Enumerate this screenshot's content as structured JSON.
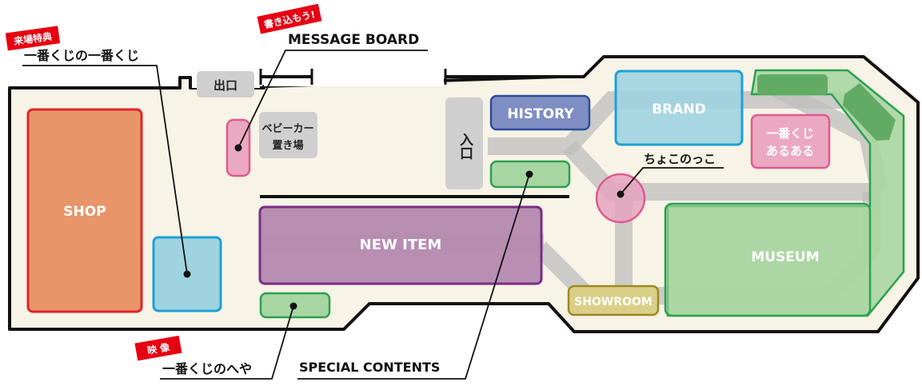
{
  "map": {
    "rooms": {
      "shop": "SHOP",
      "new_item": "NEW ITEM",
      "history": "HISTORY",
      "brand": "BRAND",
      "museum": "MUSEUM",
      "showroom": "SHOWROOM",
      "aruaru_line1": "一番くじ",
      "aruaru_line2": "あるある"
    },
    "exit": "出口",
    "entrance": "入口",
    "stroller_line1": "ベビーカー",
    "stroller_line2": "置き場"
  },
  "callouts": {
    "ichiban_kuji_no_ichiban_kuji": "一番くじの一番くじ",
    "message_board": "MESSAGE BOARD",
    "ichiban_kuji_no_heya": "一番くじのへや",
    "special_contents": "SPECIAL CONTENTS",
    "chokonokko": "ちょこのっこ"
  },
  "tags": {
    "raijo_tokuten": "来場特典",
    "kakikomou": "書き込もう!",
    "eizo": "映 像"
  },
  "colors": {
    "floor": "#f7f3e6",
    "outline": "#111111",
    "shop": "#e9956a",
    "new_item": "#b588b0",
    "history": "#7f8ec3",
    "brand": "#9fd3e0",
    "museum": "#a8d6a2",
    "showroom": "#d9cf87",
    "aruaru": "#eba8c1",
    "path": "#bdbdbd",
    "tag": "#e60012"
  }
}
